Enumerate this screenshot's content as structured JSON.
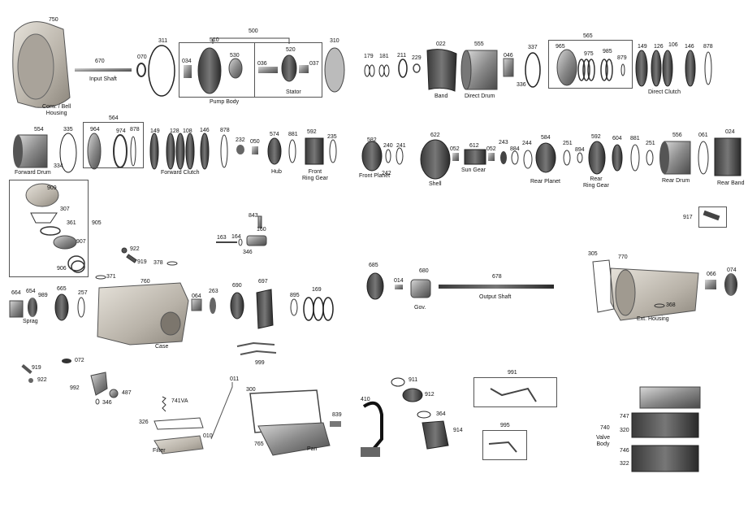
{
  "parts": {
    "p750": "750",
    "p670": "670",
    "p311": "311",
    "p070a": "070",
    "p500": "500",
    "p510": "510",
    "p520": "520",
    "p034": "034",
    "p530": "530",
    "p036": "036",
    "p037": "037",
    "p310": "310",
    "p179": "179",
    "p181": "181",
    "p211": "211",
    "p229": "229",
    "p022": "022",
    "p555": "555",
    "p046": "046",
    "p337": "337",
    "p336": "336",
    "p565": "565",
    "p965": "965",
    "p975": "975",
    "p985": "985",
    "p879": "879",
    "p149a": "149",
    "p126": "126",
    "p106": "106",
    "p146a": "146",
    "p878a": "878",
    "p554": "554",
    "p335": "335",
    "p334": "334",
    "p564": "564",
    "p964": "964",
    "p974": "974",
    "p878b": "878",
    "p149b": "149",
    "p128": "128",
    "p108": "108",
    "p146b": "146",
    "p878c": "878",
    "p232": "232",
    "p050": "050",
    "p574": "574",
    "p881a": "881",
    "p592a": "592",
    "p235": "235",
    "p582": "582",
    "p240": "240",
    "p241": "241",
    "p242": "242",
    "p622": "622",
    "p052a": "052",
    "p612": "612",
    "p052b": "052",
    "p243": "243",
    "p884": "884",
    "p244": "244",
    "p584": "584",
    "p251a": "251",
    "p894": "894",
    "p592b": "592",
    "p604": "604",
    "p881b": "881",
    "p251b": "251",
    "p556": "556",
    "p061": "061",
    "p024": "024",
    "p909": "909",
    "p307": "307",
    "p361": "361",
    "p905": "905",
    "p907": "907",
    "p906": "906",
    "p917": "917",
    "p843": "843",
    "p163": "163",
    "p164": "164",
    "p160": "160",
    "p346a": "346",
    "p922a": "922",
    "p919a": "919",
    "p378": "378",
    "p664": "664",
    "p654": "654",
    "p989": "989",
    "p665": "665",
    "p257": "257",
    "p371": "371",
    "p760": "760",
    "p064": "064",
    "p263": "263",
    "p690": "690",
    "p697": "697",
    "p895": "895",
    "p169": "169",
    "p999": "999",
    "p685": "685",
    "p014": "014",
    "p680": "680",
    "p678": "678",
    "p305": "305",
    "p770": "770",
    "p066": "066",
    "p074": "074",
    "p368": "368",
    "p919b": "919",
    "p922b": "922",
    "p072": "072",
    "p992": "992",
    "p487": "487",
    "p346b": "346",
    "p741": "741VA",
    "p326": "326",
    "p010": "010",
    "p011": "011",
    "p300": "300",
    "p839": "839",
    "p765": "765",
    "p410": "410",
    "p911": "911",
    "p912": "912",
    "p364": "364",
    "p914": "914",
    "p991": "991",
    "p995": "995",
    "p747": "747",
    "p320": "320",
    "p740": "740",
    "p746": "746",
    "p322": "322"
  },
  "captions": {
    "bell_housing": "Conv. / Bell\nHousing",
    "input_shaft": "Input Shaft",
    "pump_body": "Pump Body",
    "stator": "Stator",
    "band": "Band",
    "direct_drum": "Direct Drum",
    "direct_clutch": "Direct Clutch",
    "forward_drum": "Forward Drum",
    "forward_clutch": "Forward Clutch",
    "hub": "Hub",
    "front_ring_gear": "Front\nRing Gear",
    "front_planet": "Front Planet",
    "shell": "Shell",
    "sun_gear": "Sun Gear",
    "rear_planet": "Rear Planet",
    "rear_ring_gear": "Rear\nRing Gear",
    "rear_drum": "Rear Drum",
    "rear_band": "Rear Band",
    "sprag": "Sprag",
    "case": "Case",
    "gov": "Gov.",
    "output_shaft": "Output Shaft",
    "ext_housing": "Ext. Housing",
    "filter": "Filter",
    "pan": "Pan",
    "valve_body": "Valve\nBody"
  }
}
